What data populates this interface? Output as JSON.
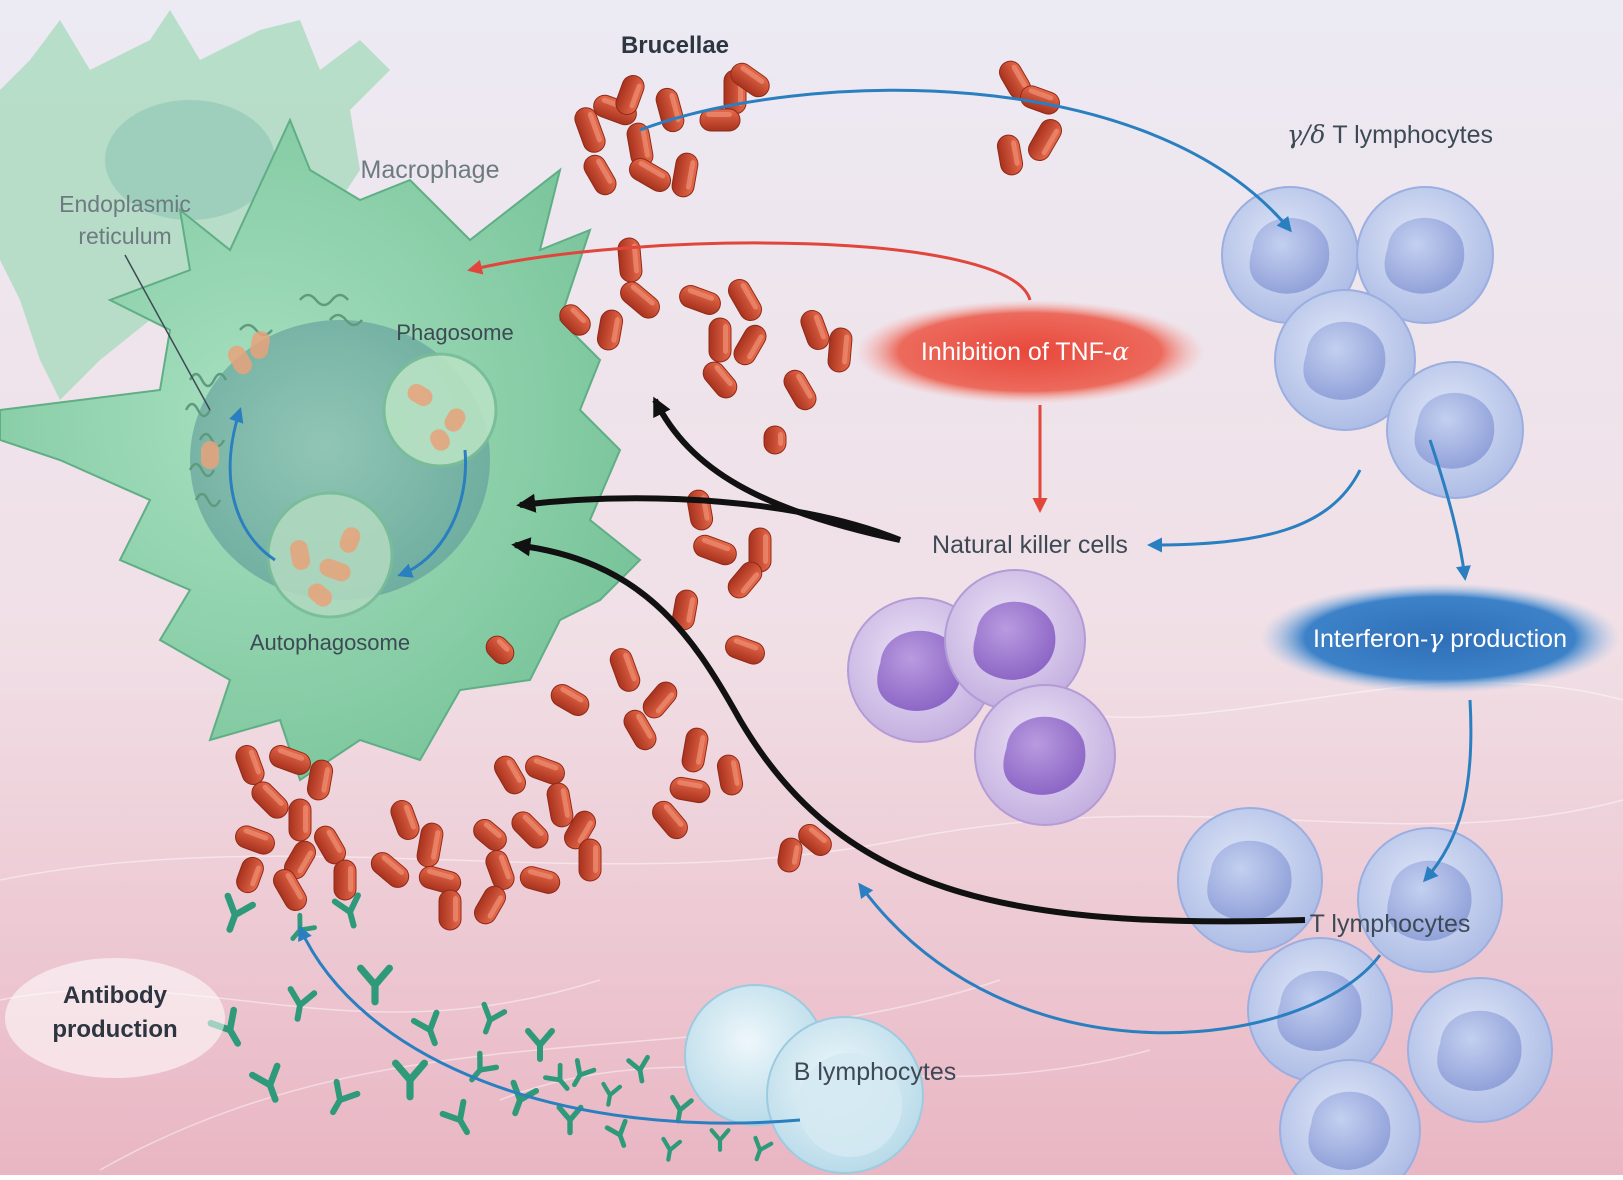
{
  "labels": {
    "brucellae": "Brucellae",
    "macrophage": "Macrophage",
    "endoplasmic_line1": "Endoplasmic",
    "endoplasmic_line2": "reticulum",
    "phagosome": "Phagosome",
    "autophagosome": "Autophagosome",
    "gamma_delta_prefix": "γ/δ",
    "gamma_delta_suffix": " T lymphocytes",
    "inhibition_prefix": "Inhibition of TNF-",
    "inhibition_alpha": "α",
    "natural_killer": "Natural killer cells",
    "interferon_prefix": "Interferon-",
    "interferon_gamma": "γ",
    "interferon_suffix": " production",
    "t_lymphocytes": "T lymphocytes",
    "antibody_line1": "Antibody",
    "antibody_line2": "production",
    "b_lymphocytes": "B lymphocytes"
  },
  "colors": {
    "macrophage": "#8fd3ad",
    "bacteria": "#c7442a",
    "t_cell": "#b8c6ea",
    "nk_cell": "#c9b6e4",
    "antibody": "#2f9a7a",
    "blue_arrow": "#2a7fc0",
    "red_arrow": "#e0463c",
    "black_arrow": "#111111",
    "tnf_ellipse": "#e8483c",
    "ifn_ellipse": "#2f6fb8"
  }
}
